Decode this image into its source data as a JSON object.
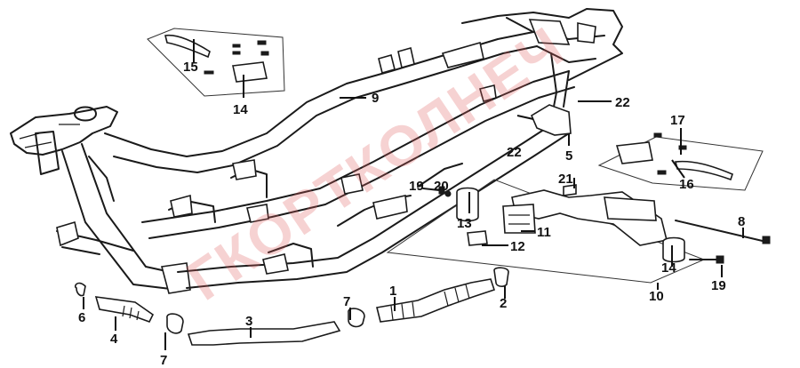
{
  "watermark": "ГКОРТКОЛНЕЧ",
  "callouts": [
    {
      "id": "c1",
      "text": "1"
    },
    {
      "id": "c2",
      "text": "2"
    },
    {
      "id": "c3",
      "text": "3"
    },
    {
      "id": "c4",
      "text": "4"
    },
    {
      "id": "c5",
      "text": "5"
    },
    {
      "id": "c6",
      "text": "6"
    },
    {
      "id": "c7a",
      "text": "7"
    },
    {
      "id": "c7b",
      "text": "7"
    },
    {
      "id": "c8",
      "text": "8"
    },
    {
      "id": "c9",
      "text": "9"
    },
    {
      "id": "c10",
      "text": "10"
    },
    {
      "id": "c11",
      "text": "11"
    },
    {
      "id": "c12",
      "text": "12"
    },
    {
      "id": "c13",
      "text": "13"
    },
    {
      "id": "c14a",
      "text": "14"
    },
    {
      "id": "c14b",
      "text": "14"
    },
    {
      "id": "c15",
      "text": "15"
    },
    {
      "id": "c16",
      "text": "16"
    },
    {
      "id": "c17",
      "text": "17"
    },
    {
      "id": "c19a",
      "text": "19"
    },
    {
      "id": "c19b",
      "text": "19"
    },
    {
      "id": "c20",
      "text": "20"
    },
    {
      "id": "c21",
      "text": "21"
    },
    {
      "id": "c22a",
      "text": "22"
    },
    {
      "id": "c22b",
      "text": "22"
    }
  ]
}
